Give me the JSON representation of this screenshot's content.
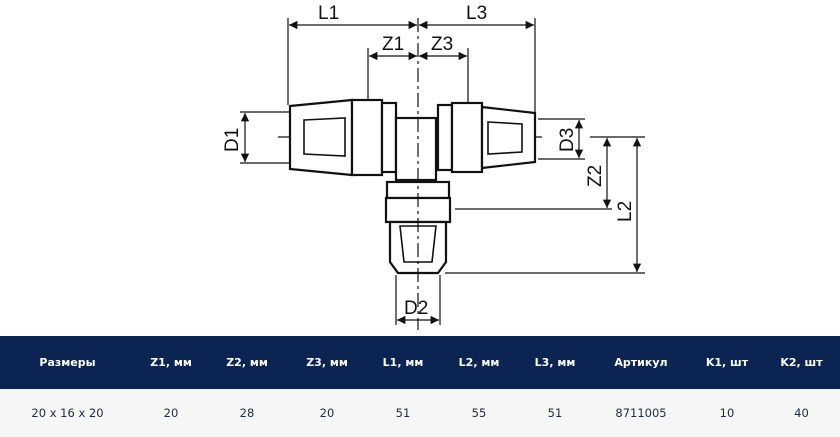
{
  "drawing": {
    "labels": {
      "l1": "L1",
      "l2": "L2",
      "l3": "L3",
      "z1": "Z1",
      "z2": "Z2",
      "z3": "Z3",
      "d1": "D1",
      "d2": "D2",
      "d3": "D3"
    }
  },
  "table": {
    "colors": {
      "header_bg": "#0b2452",
      "header_text": "#ffffff",
      "row_bg": "#f6f6f6"
    },
    "headers": [
      "Размеры",
      "Z1, мм",
      "Z2, мм",
      "Z3, мм",
      "L1, мм",
      "L2, мм",
      "L3, мм",
      "Артикул",
      "K1, шт",
      "K2, шт"
    ],
    "rows": [
      [
        "20 x 16 x 20",
        "20",
        "28",
        "20",
        "51",
        "55",
        "51",
        "8711005",
        "10",
        "40"
      ]
    ]
  }
}
